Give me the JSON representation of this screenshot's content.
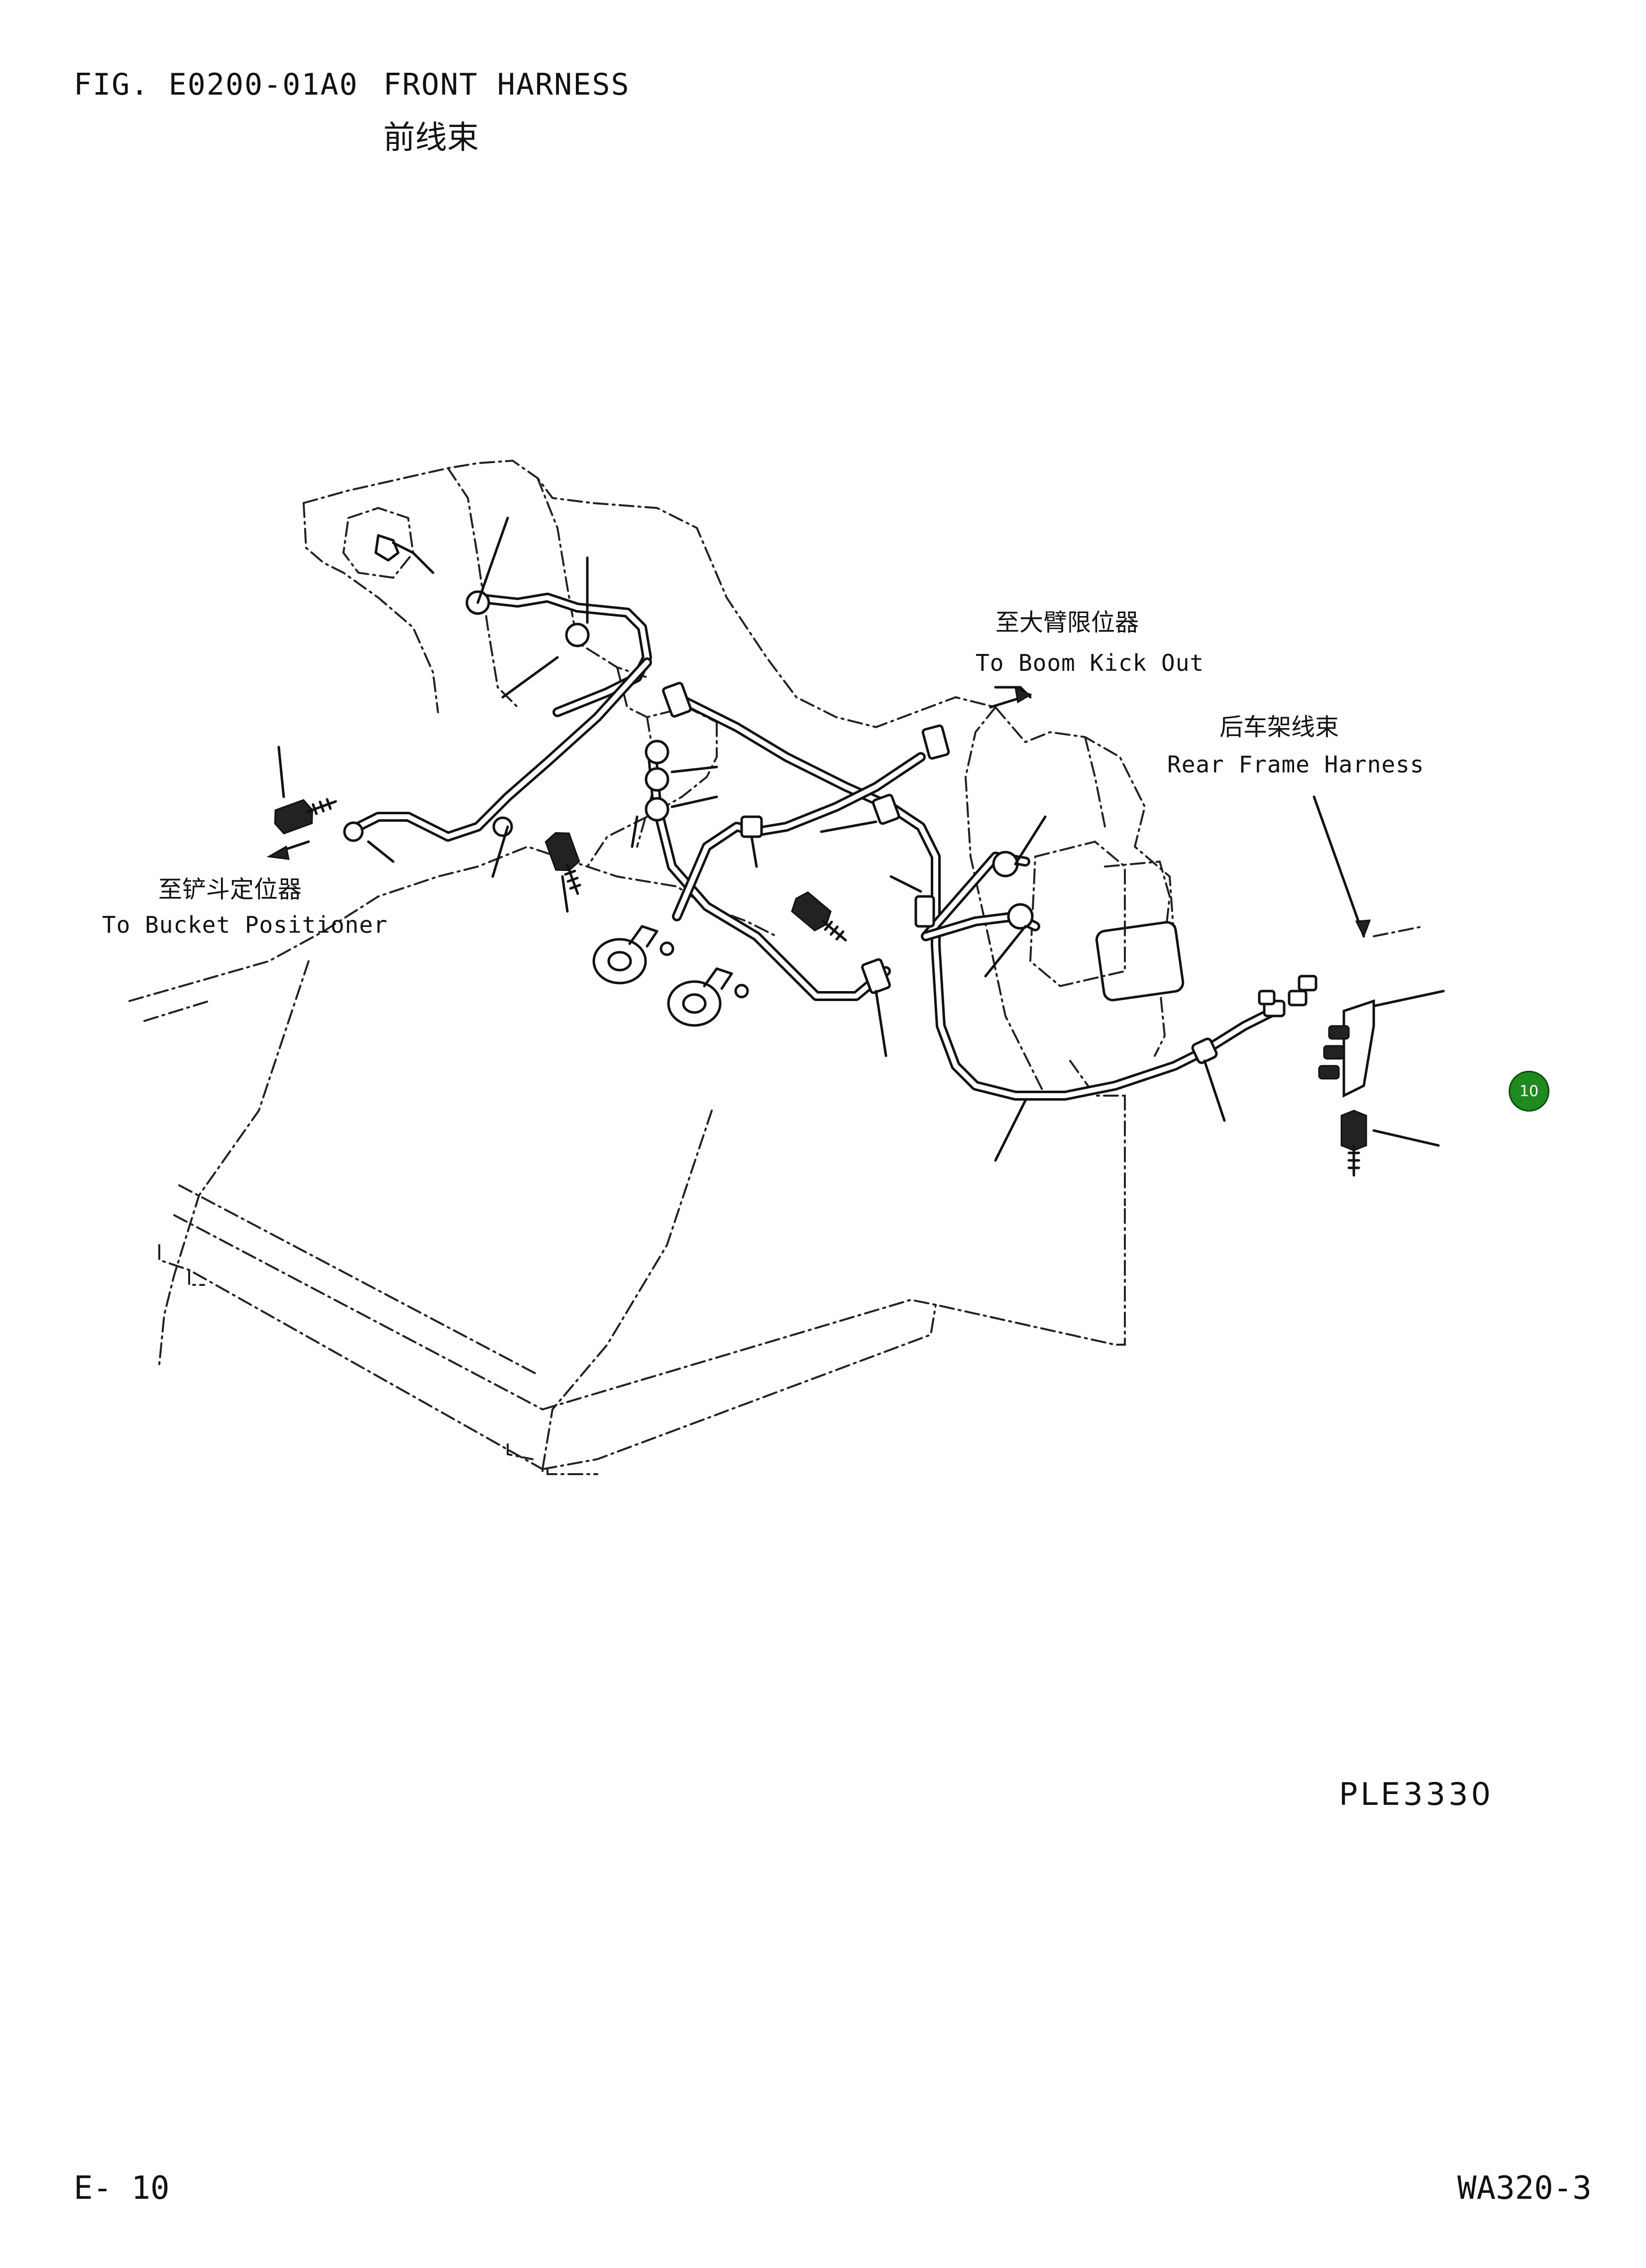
{
  "header": {
    "fig_code": "FIG. E0200-01A0",
    "title_en": "FRONT HARNESS",
    "title_zh": "前线束"
  },
  "callouts": {
    "boom_kick_out_zh": "至大臂限位器",
    "boom_kick_out_en": "To Boom Kick Out",
    "rear_frame_harness_zh": "后车架线束",
    "rear_frame_harness_en": "Rear Frame Harness",
    "bucket_positioner_zh": "至铲斗定位器",
    "bucket_positioner_en": "To Bucket Positioner"
  },
  "item_badge": {
    "label": "10",
    "color": "#1f8a1f"
  },
  "drawing_code": "PLE3330",
  "footer": {
    "page_number": "E- 10",
    "model": "WA320-3"
  }
}
